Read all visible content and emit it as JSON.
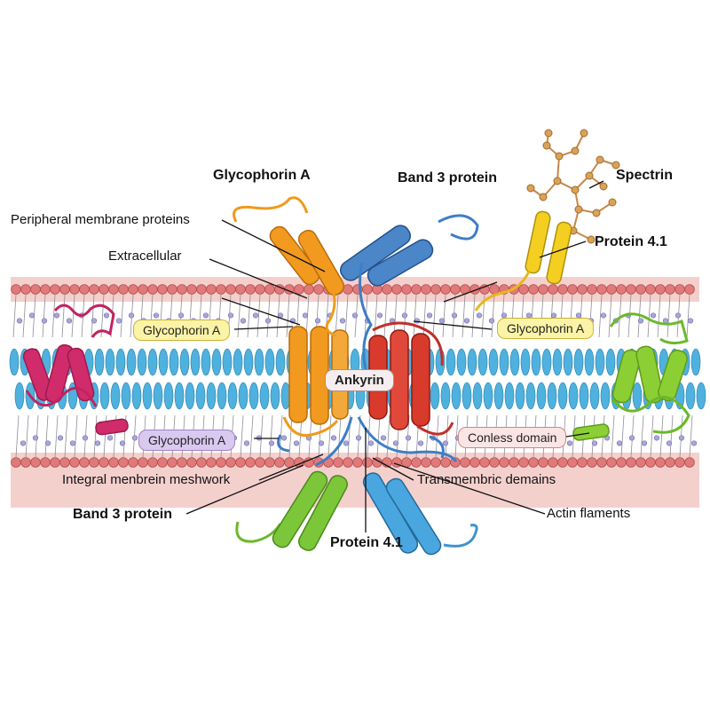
{
  "labels": {
    "glycophorin_a_top": "Glycophorin A",
    "band3_top": "Band 3 protein",
    "spectrin": "Spectrin",
    "peripheral": "Peripheral membrane proteins",
    "extracellular": "Extracellular",
    "protein41_top": "Protein 4.1",
    "glyco_pill_left": "Glycophorin A",
    "glyco_pill_right": "Glycophorin A",
    "ankyrin": "Ankyrin",
    "glyco_pill_bottom": "Glycophorin A",
    "conless": "Conless domain",
    "integral": "Integral menbrein meshwork",
    "transmembrane": "Transmembric demains",
    "band3_bottom": "Band 3 protein",
    "actin": "Actin flaments",
    "protein41_bottom": "Protein 4.1"
  },
  "colors": {
    "lipid_head": "#e07a7a",
    "membrane_band": "#f3c9c6",
    "lipid_core": "#4fb1dd",
    "glycophorin": "#f19a1f",
    "band3_blue": "#4a86c8",
    "spectrin": "#d9a25a",
    "protein41_yellow": "#f4cf22",
    "ankyrin_red": "#d83a2c",
    "left_protein": "#d02b6b",
    "right_protein": "#8ccf35",
    "bottom_green": "#7cc63a",
    "bottom_blue": "#4aa6df"
  }
}
